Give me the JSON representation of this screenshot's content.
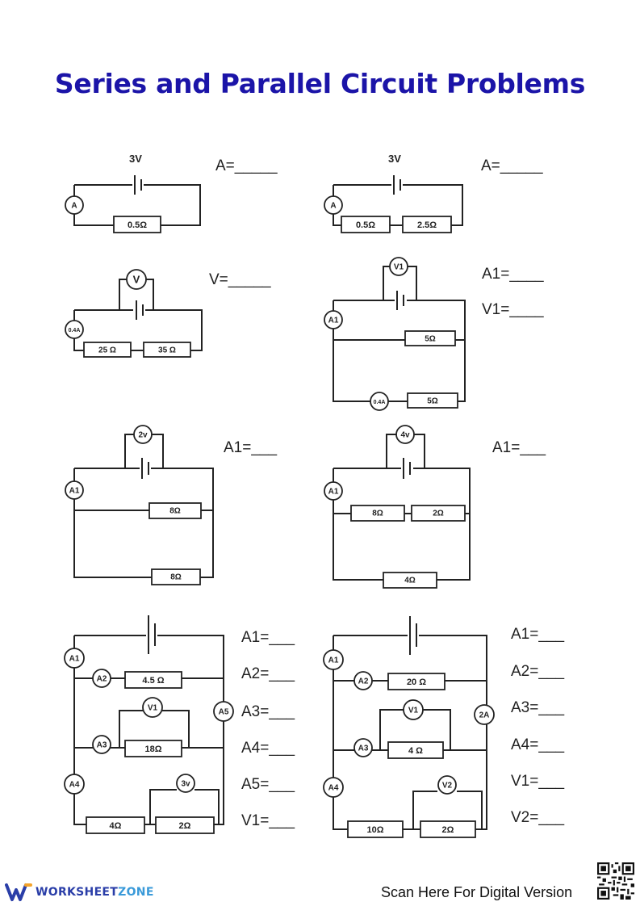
{
  "title": "Series and Parallel Circuit Problems",
  "problems": [
    {
      "battery": "3V",
      "ammeter": "A",
      "resistors": [
        "0.5Ω"
      ],
      "answers": [
        "A=_____"
      ]
    },
    {
      "battery": "3V",
      "ammeter": "A",
      "resistors": [
        "0.5Ω",
        "2.5Ω"
      ],
      "answers": [
        "A=_____"
      ]
    },
    {
      "voltmeter": "V",
      "ammeter": "0.4A",
      "resistors": [
        "25 Ω",
        "35 Ω"
      ],
      "answers": [
        "V=_____"
      ]
    },
    {
      "voltmeter": "V1",
      "ammeter": "A1",
      "ammeter_2": "0.4A",
      "resistors": [
        "5Ω",
        "5Ω"
      ],
      "answers": [
        "A1=____",
        "V1=____"
      ]
    },
    {
      "voltmeter": "2v",
      "ammeter": "A1",
      "resistors": [
        "8Ω",
        "8Ω"
      ],
      "answers": [
        "A1=___"
      ]
    },
    {
      "voltmeter": "4v",
      "ammeter": "A1",
      "resistors": [
        "8Ω",
        "2Ω",
        "4Ω"
      ],
      "answers": [
        "A1=___"
      ]
    },
    {
      "meters": [
        "A1",
        "A2",
        "A3",
        "A4",
        "A5",
        "V1",
        "3v"
      ],
      "resistors": [
        "4.5 Ω",
        "18Ω",
        "4Ω",
        "2Ω"
      ],
      "answers": [
        "A1=___",
        "A2=___",
        "A3=___",
        "A4=___",
        "A5=___",
        "V1=___"
      ]
    },
    {
      "meters": [
        "A1",
        "A2",
        "A3",
        "A4",
        "V1",
        "V2",
        "2A"
      ],
      "resistors": [
        "20 Ω",
        "4 Ω",
        "10Ω",
        "2Ω"
      ],
      "answers": [
        "A1=___",
        "A2=___",
        "A3=___",
        "A4=___",
        "V1=___",
        "V2=___"
      ]
    }
  ],
  "footer": {
    "logo_part1": "WORKSHEET",
    "logo_part2": "ZONE",
    "scan_text": "Scan Here For Digital Version"
  },
  "colors": {
    "title": "#1b14a8",
    "logo_dark": "#2a3ea8",
    "logo_light": "#3a9ad9"
  }
}
